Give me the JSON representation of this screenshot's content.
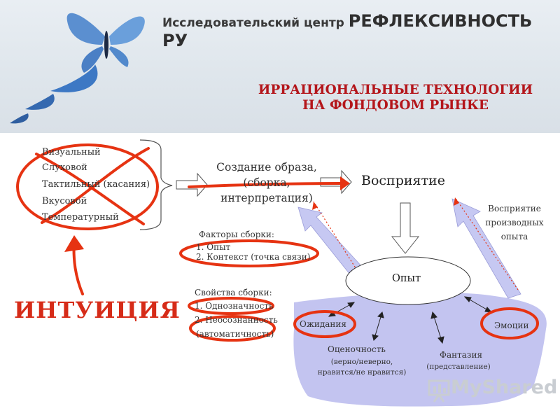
{
  "header": {
    "org_prefix": "Исследовательский центр",
    "org_name": "РЕФЛЕКСИВНОСТЬ РУ",
    "title_line1": "ИРРАЦИОНАЛЬНЫЕ ТЕХНОЛОГИИ",
    "title_line2": "НА ФОНДОВОМ РЫНКЕ"
  },
  "senses": [
    "Визуальный",
    "Слуховой",
    "Тактильный (касания)",
    "Вкусовой",
    "Температурный"
  ],
  "creation": {
    "line1": "Создание образа,",
    "line2": "(сборка,",
    "line3": "интерпретация)"
  },
  "perception": "Восприятие",
  "derived": {
    "line1": "Восприятие",
    "line2": "производных",
    "line3": "опыта"
  },
  "factors": {
    "heading": "Факторы сборки:",
    "items": [
      "1. Опыт",
      "2. Контекст (точка связи)"
    ]
  },
  "properties": {
    "heading": "Свойства сборки:",
    "items": [
      "1. Однозначность",
      "2. Неосознанность",
      "(автоматичность)"
    ]
  },
  "experience": "Опыт",
  "expectations": "Ожидания",
  "emotions": "Эмоции",
  "evaluation": {
    "label": "Оценочность",
    "note_line1": "(верно/неверно,",
    "note_line2": "нравится/не нравится)"
  },
  "fantasy": {
    "label": "Фантазия",
    "note": "(представление)"
  },
  "intuition": "ИНТУИЦИЯ",
  "watermark": "MyShared",
  "colors": {
    "title_red": "#b4161b",
    "marker_red": "#e63312",
    "lake": "#c3c4f0",
    "arrow_fill": "#c6c8f2"
  }
}
